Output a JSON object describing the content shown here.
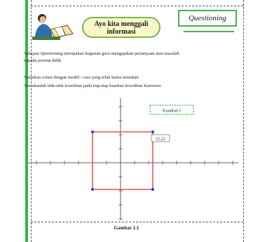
{
  "header": {
    "ask_label": "Ayo kita menggali informasi",
    "ask_line1": "Ayo kita menggali",
    "ask_line2": "informasi",
    "section_label": "Questioning"
  },
  "intro": {
    "line1": "Tahapan Questioning merupakan kegiatan guru mengajukan pertanyaan atau masalah",
    "line2": "kepada peserta didik"
  },
  "task": {
    "line1": "Temukan solusi dengan model / cara yang telah kamu temukan",
    "line2": "Tentukanlah titik-titik koordinat pada tiap-tiap kuadran koordinat Kartesius"
  },
  "figure": {
    "callout_label": "Kuadran I",
    "point_label": "(2,2)",
    "caption": "Gambar 1.1",
    "axis_color": "#333333",
    "square_color": "#e0444a",
    "vertex_color": "#3a3ac0"
  },
  "icons": {
    "reader": "person-reading-book-icon"
  }
}
